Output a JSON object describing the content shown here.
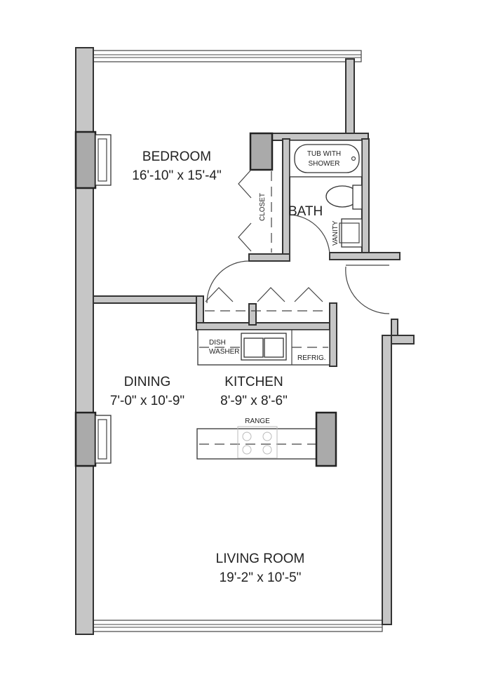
{
  "rooms": {
    "bedroom": {
      "name": "BEDROOM",
      "size": "16'-10\" x 15'-4\""
    },
    "bath": {
      "name": "BATH"
    },
    "dining": {
      "name": "DINING",
      "size": "7'-0\" x 10'-9\""
    },
    "kitchen": {
      "name": "KITCHEN",
      "size": "8'-9\" x 8'-6\""
    },
    "living": {
      "name": "LIVING ROOM",
      "size": "19'-2\" x 10'-5\""
    }
  },
  "fixtures": {
    "tub_line1": "TUB WITH",
    "tub_line2": "SHOWER",
    "vanity": "VANITY",
    "closet": "CLOSET",
    "dish_line1": "DISH",
    "dish_line2": "WASHER",
    "refrig": "REFRIG.",
    "range": "RANGE"
  }
}
